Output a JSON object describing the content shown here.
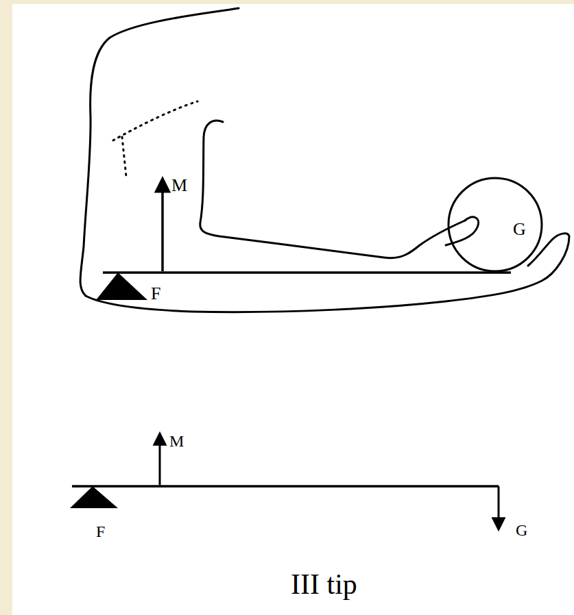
{
  "diagram": {
    "caption": "III tip",
    "labels": [
      "M",
      "G",
      "F",
      "M",
      "F",
      "G"
    ]
  }
}
